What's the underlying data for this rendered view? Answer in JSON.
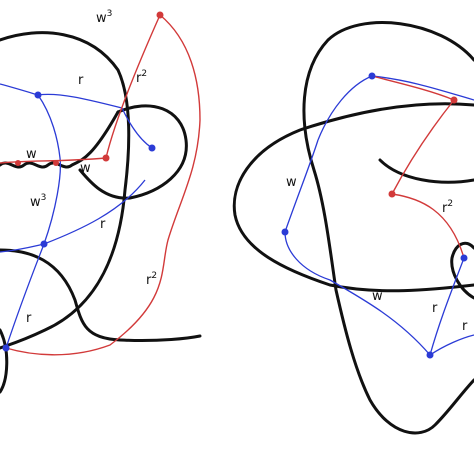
{
  "colors": {
    "knot": "#111111",
    "blue_edges": "#2b3bd6",
    "red_edges": "#d23a3a",
    "background": "#ffffff"
  },
  "left": {
    "labels": {
      "w3_top": {
        "base": "w",
        "exp": "3"
      },
      "r_top": {
        "base": "r",
        "exp": ""
      },
      "r2_top": {
        "base": "r",
        "exp": "2"
      },
      "w_wave_left": {
        "base": "w",
        "exp": ""
      },
      "w_wave_right": {
        "base": "w",
        "exp": ""
      },
      "w3_mid": {
        "base": "w",
        "exp": "3"
      },
      "r_mid": {
        "base": "r",
        "exp": ""
      },
      "r2_right": {
        "base": "r",
        "exp": "2"
      },
      "r_bottom": {
        "base": "r",
        "exp": ""
      }
    }
  },
  "right": {
    "labels": {
      "w_left": {
        "base": "w",
        "exp": ""
      },
      "r2_center": {
        "base": "r",
        "exp": "2"
      },
      "w_bottom": {
        "base": "w",
        "exp": ""
      },
      "r_bottom": {
        "base": "r",
        "exp": ""
      },
      "r_right": {
        "base": "r",
        "exp": ""
      }
    }
  }
}
